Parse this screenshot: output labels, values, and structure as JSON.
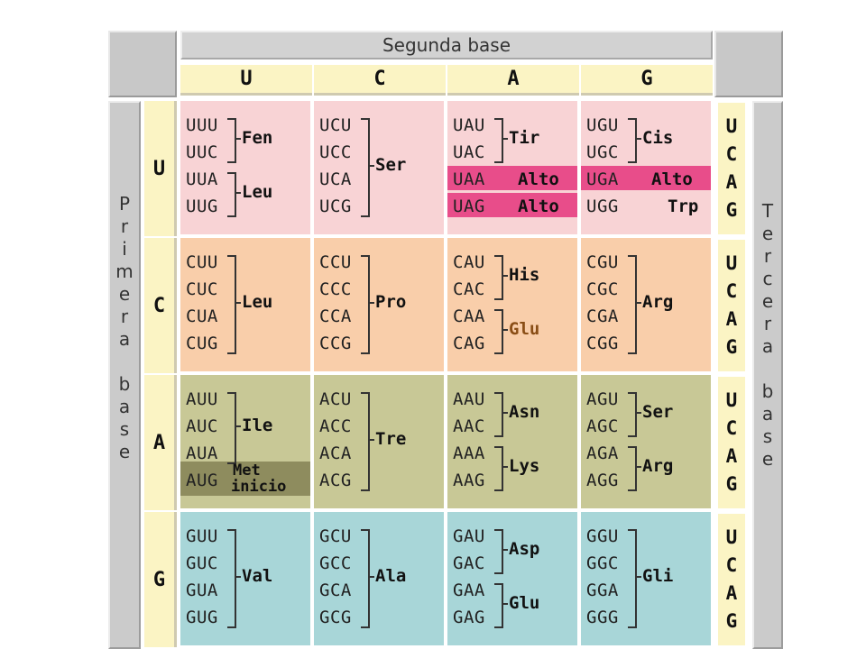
{
  "header": {
    "title": "Segunda base"
  },
  "left_label": [
    "P",
    "r",
    "i",
    "m",
    "e",
    "r",
    "a",
    "",
    "b",
    "a",
    "s",
    "e"
  ],
  "right_label": [
    "T",
    "e",
    "r",
    "c",
    "e",
    "r",
    "a",
    "",
    "b",
    "a",
    "s",
    "e"
  ],
  "second_bases": [
    "U",
    "C",
    "A",
    "G"
  ],
  "first_bases": [
    "U",
    "C",
    "A",
    "G"
  ],
  "third_bases": [
    "U",
    "C",
    "A",
    "G"
  ],
  "colors": {
    "row_U": "#f8d3d5",
    "row_C": "#f9ceaa",
    "row_A": "#c8c896",
    "row_G": "#a8d6d8",
    "stop": "#e84d8a",
    "met": "#8e8c5e"
  },
  "table": [
    [
      {
        "codons": [
          "UUU",
          "UUC",
          "UUA",
          "UUG"
        ],
        "groups": [
          {
            "from": 0,
            "to": 1,
            "aa": "Fen"
          },
          {
            "from": 2,
            "to": 3,
            "aa": "Leu"
          }
        ]
      },
      {
        "codons": [
          "UCU",
          "UCC",
          "UCA",
          "UCG"
        ],
        "groups": [
          {
            "from": 0,
            "to": 3,
            "aa": "Ser"
          }
        ]
      },
      {
        "codons": [
          "UAU",
          "UAC",
          "UAA",
          "UAG"
        ],
        "groups": [
          {
            "from": 0,
            "to": 1,
            "aa": "Tir"
          }
        ],
        "stops": [
          {
            "row": 2,
            "aa": "Alto"
          },
          {
            "row": 3,
            "aa": "Alto"
          }
        ]
      },
      {
        "codons": [
          "UGU",
          "UGC",
          "UGA",
          "UGG"
        ],
        "groups": [
          {
            "from": 0,
            "to": 1,
            "aa": "Cis"
          }
        ],
        "stops": [
          {
            "row": 2,
            "aa": "Alto"
          }
        ],
        "singles": [
          {
            "row": 3,
            "aa": "Trp"
          }
        ]
      }
    ],
    [
      {
        "codons": [
          "CUU",
          "CUC",
          "CUA",
          "CUG"
        ],
        "groups": [
          {
            "from": 0,
            "to": 3,
            "aa": "Leu"
          }
        ]
      },
      {
        "codons": [
          "CCU",
          "CCC",
          "CCA",
          "CCG"
        ],
        "groups": [
          {
            "from": 0,
            "to": 3,
            "aa": "Pro"
          }
        ]
      },
      {
        "codons": [
          "CAU",
          "CAC",
          "CAA",
          "CAG"
        ],
        "groups": [
          {
            "from": 0,
            "to": 1,
            "aa": "His"
          },
          {
            "from": 2,
            "to": 3,
            "aa": "Glu",
            "brown": true
          }
        ]
      },
      {
        "codons": [
          "CGU",
          "CGC",
          "CGA",
          "CGG"
        ],
        "groups": [
          {
            "from": 0,
            "to": 3,
            "aa": "Arg"
          }
        ]
      }
    ],
    [
      {
        "codons": [
          "AUU",
          "AUC",
          "AUA",
          "AUG"
        ],
        "groups": [
          {
            "from": 0,
            "to": 2,
            "aa": "Ile"
          }
        ],
        "met": {
          "row": 3,
          "line1": "Met",
          "line2": "inicio"
        }
      },
      {
        "codons": [
          "ACU",
          "ACC",
          "ACA",
          "ACG"
        ],
        "groups": [
          {
            "from": 0,
            "to": 3,
            "aa": "Tre"
          }
        ]
      },
      {
        "codons": [
          "AAU",
          "AAC",
          "AAA",
          "AAG"
        ],
        "groups": [
          {
            "from": 0,
            "to": 1,
            "aa": "Asn"
          },
          {
            "from": 2,
            "to": 3,
            "aa": "Lys"
          }
        ]
      },
      {
        "codons": [
          "AGU",
          "AGC",
          "AGA",
          "AGG"
        ],
        "groups": [
          {
            "from": 0,
            "to": 1,
            "aa": "Ser"
          },
          {
            "from": 2,
            "to": 3,
            "aa": "Arg"
          }
        ]
      }
    ],
    [
      {
        "codons": [
          "GUU",
          "GUC",
          "GUA",
          "GUG"
        ],
        "groups": [
          {
            "from": 0,
            "to": 3,
            "aa": "Val"
          }
        ]
      },
      {
        "codons": [
          "GCU",
          "GCC",
          "GCA",
          "GCG"
        ],
        "groups": [
          {
            "from": 0,
            "to": 3,
            "aa": "Ala"
          }
        ]
      },
      {
        "codons": [
          "GAU",
          "GAC",
          "GAA",
          "GAG"
        ],
        "groups": [
          {
            "from": 0,
            "to": 1,
            "aa": "Asp"
          },
          {
            "from": 2,
            "to": 3,
            "aa": "Glu"
          }
        ]
      },
      {
        "codons": [
          "GGU",
          "GGC",
          "GGA",
          "GGG"
        ],
        "groups": [
          {
            "from": 0,
            "to": 3,
            "aa": "Gli"
          }
        ]
      }
    ]
  ]
}
